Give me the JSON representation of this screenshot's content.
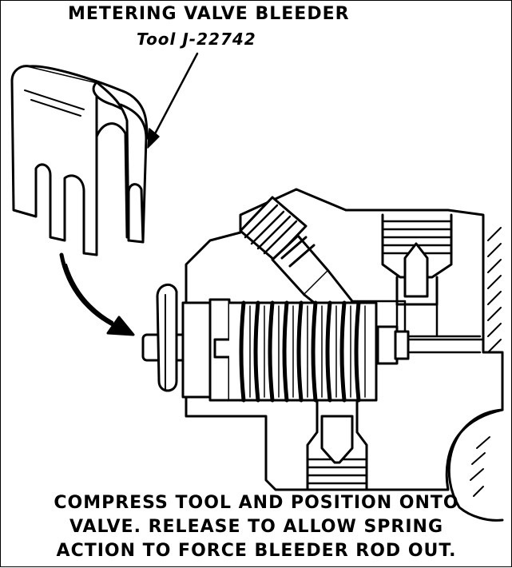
{
  "label": {
    "title": "METERING VALVE BLEEDER",
    "subtitle": "Tool J-22742"
  },
  "caption": {
    "line1": "COMPRESS TOOL AND POSITION ONTO",
    "line2": "VALVE.  RELEASE TO ALLOW SPRING",
    "line3": "ACTION TO FORCE BLEEDER ROD OUT."
  },
  "colors": {
    "ink": "#000000",
    "paper": "#ffffff"
  }
}
